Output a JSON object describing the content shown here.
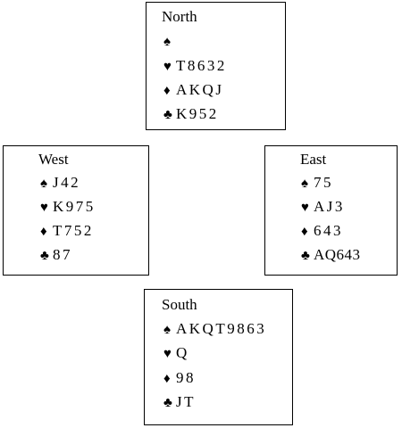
{
  "suits": {
    "spades": "♠",
    "hearts": "♥",
    "diamonds": "♦",
    "clubs": "♣"
  },
  "hands": {
    "north": {
      "seat": "North",
      "spades": "",
      "hearts": "T8632",
      "diamonds": "AKQJ",
      "clubs": "K952"
    },
    "west": {
      "seat": "West",
      "spades": "J42",
      "hearts": "K975",
      "diamonds": "T752",
      "clubs": "87"
    },
    "east": {
      "seat": "East",
      "spades": "75",
      "hearts": "AJ3",
      "diamonds": "643",
      "clubs": "AQ643"
    },
    "south": {
      "seat": "South",
      "spades": "AKQT9863",
      "hearts": "Q",
      "diamonds": "98",
      "clubs": "JT"
    }
  }
}
